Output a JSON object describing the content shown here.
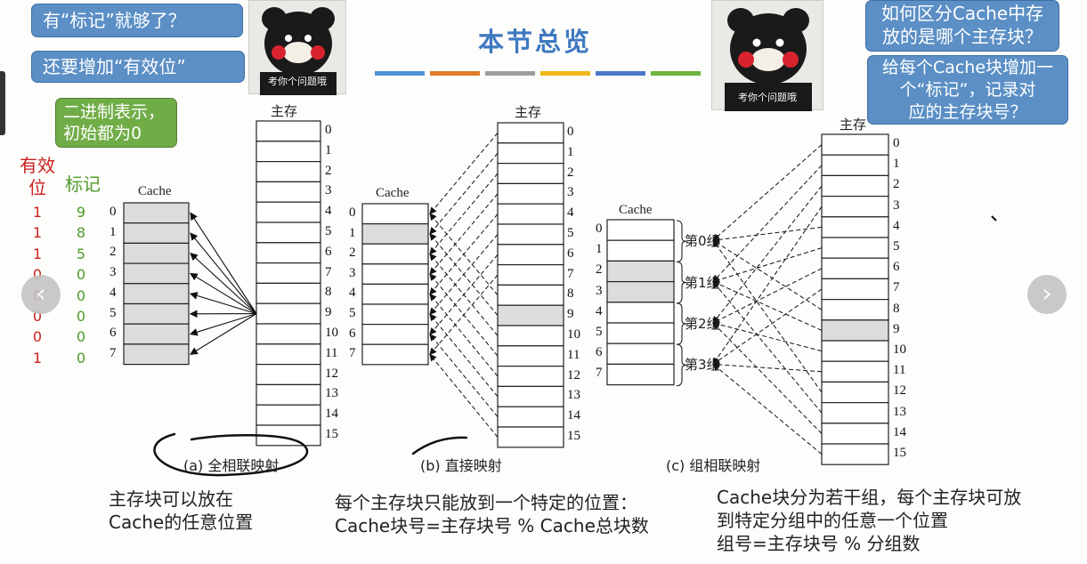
{
  "title": "本节总览",
  "stripe_colors": [
    "#4e94d4",
    "#e07b28",
    "#9e9e9e",
    "#f0b71b",
    "#4a77c8",
    "#6db33f"
  ],
  "bubbles": {
    "left_q1": "有“标记”就够了？",
    "left_q2": "还要增加“有效位”",
    "right_q1_l1": "如何区分Cache中存",
    "right_q1_l2": "放的是哪个主存块？",
    "right_q2_l1": "给每个Cache块增加一",
    "right_q2_l2": "个“标记”，记录对",
    "right_q2_l3": "应的主存块号？",
    "green_l1": "二进制表示，",
    "green_l2": "初始都为0"
  },
  "mascot_caption": "考你个问题哦",
  "table": {
    "valid_header_l1": "有效",
    "valid_header_l2": "位",
    "tag_header": "标记",
    "valid_bits": [
      "1",
      "1",
      "1",
      "0",
      "0",
      "0",
      "0",
      "1"
    ],
    "tags": [
      "9",
      "8",
      "5",
      "0",
      "0",
      "0",
      "0",
      "0"
    ]
  },
  "labels": {
    "memory": "主存",
    "cache": "Cache"
  },
  "cache_indices": [
    "0",
    "1",
    "2",
    "3",
    "4",
    "5",
    "6",
    "7"
  ],
  "memory_indices": [
    "0",
    "1",
    "2",
    "3",
    "4",
    "5",
    "6",
    "7",
    "8",
    "9",
    "10",
    "11",
    "12",
    "13",
    "14",
    "15"
  ],
  "groups": [
    "第0组",
    "第1组",
    "第2组",
    "第3组"
  ],
  "captions": {
    "a": "(a) 全相联映射",
    "b": "(b) 直接映射",
    "c": "(c) 组相联映射"
  },
  "notes": {
    "a_l1": "主存块可以放在",
    "a_l2": "Cache的任意位置",
    "b_l1": "每个主存块只能放到一个特定的位置：",
    "b_l2": "Cache块号=主存块号 % Cache总块数",
    "c_l1": "Cache块分为若干组，每个主存块可放",
    "c_l2": "到特定分组中的任意一个位置",
    "c_l3": "组号=主存块号 % 分组数"
  },
  "colors": {
    "valid_red": "#cc1f1f",
    "tag_green": "#4f9a2a",
    "cell_gray": "#dcdcdc",
    "bubble_blue": "#5b8fc5",
    "bubble_green": "#70ad47",
    "title_blue": "#3f79c0"
  },
  "icons": {
    "prev": "chevron-left-icon",
    "next": "chevron-right-icon"
  }
}
